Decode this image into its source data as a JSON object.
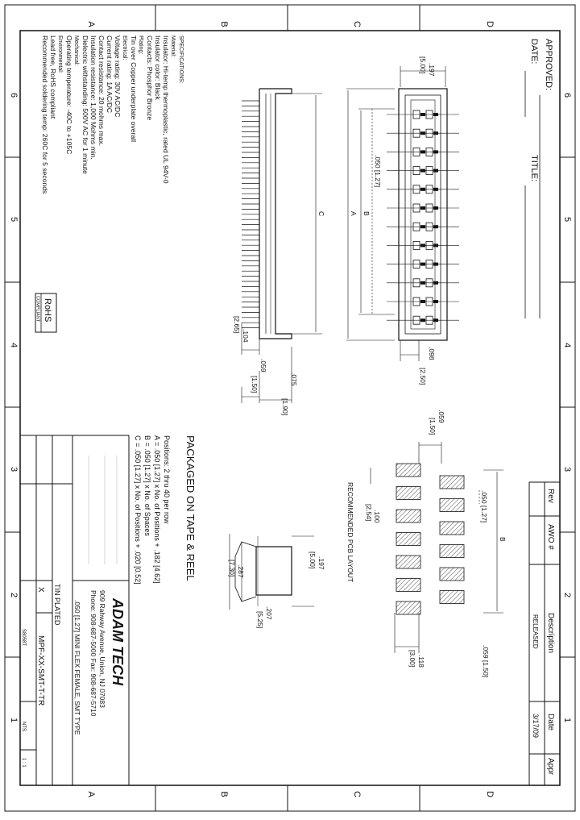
{
  "title_block": {
    "approved": "APPROVED:",
    "date": "DATE:",
    "title": "TITLE:",
    "company": "ADAM TECH",
    "address": "909 Rahway Avenue, Union, NJ 07083",
    "phone": "Phone: 908-687-5000 Fax: 908-687-5710",
    "description": ".050 [1.27] MINI FLEX FEMALE, SMT TYPE",
    "plating": "TIN PLATED",
    "part_number": "MPF-XX-SMT-T-TR",
    "scale": "NTS",
    "sheet": "1 : 1",
    "check_mark": "X",
    "code": "S8058T"
  },
  "revision_table": {
    "headers": [
      "Rev",
      "AWO #",
      "Description",
      "Date",
      "Appr"
    ],
    "row": [
      "",
      "",
      "RELEASED",
      "3/17/09",
      ""
    ]
  },
  "border": {
    "row_labels": [
      "A",
      "B",
      "C",
      "D"
    ],
    "col_labels": [
      "6",
      "5",
      "4",
      "3",
      "2",
      "1"
    ]
  },
  "specifications": {
    "heading": "SPECIFICATIONS:",
    "lines": [
      "Material:",
      "Insulator: Hi-temp thermoplastic, rated UL 94V-0",
      "Insulator color: Black",
      "Contacts: Phosphor Bronze",
      "Plating:",
      "Tin over Copper underplate overall",
      "Electrical:",
      "Voltage rating: 30V AC/DC",
      "Current rating: 1A AC/DC",
      "Contact resistance: 20 mohms max.",
      "Insulation resistance: 1,000 Mohms min.",
      "Dielectric withstanding: 500V AC for 1 minute",
      "Mechanical:",
      "Operating temperature: -40C to +105C",
      "Environmental:",
      "Lead free, RoHS compliant",
      "Recommended soldering temp: 260C for 5 seconds"
    ],
    "rohs": "RoHS",
    "rohs_sub": "COMPLIANT"
  },
  "positions_note": {
    "lines": [
      "Positions: 2 thru 40 per row",
      "A = .050 [1.27] x No. of Positions + .182 [4.62]",
      "B = .050 [1.27] x No. of Spaces",
      "C = .050 [1.27] x No. of Positions + .020 [0.52]"
    ]
  },
  "labels": {
    "packaged": "PACKAGED ON TAPE & REEL",
    "pcb_layout": "RECOMMENDED PCB LAYOUT"
  },
  "dimensions": {
    "d197": ".197",
    "d500": "[5.00]",
    "pitch": ".050 [1.27]",
    "lbl_a": "A",
    "lbl_b": "B",
    "lbl_c": "C",
    "d098": ".098",
    "d250": "[2.50]",
    "d104": ".104",
    "d265": "[2.65]",
    "d059": ".059",
    "d150": "[1.50]",
    "d075": ".075",
    "d190": "[1.90]",
    "p059": ".059",
    "p150": "[1.50]",
    "p050": ".050 [1.27]",
    "p100": ".100",
    "p254": "[2.54]",
    "pB": "B",
    "p059b": ".059 [1.50]",
    "p118": ".118",
    "p300": "[3.00]",
    "t197": ".197",
    "t500": "[5.00]",
    "t287": ".287",
    "t730": "[7.30]",
    "t207": ".207",
    "t525": "[5.25]"
  }
}
